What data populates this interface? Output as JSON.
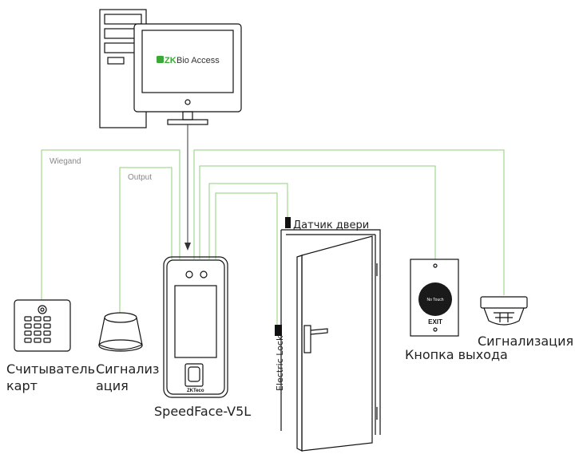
{
  "software": {
    "logo_zk": "ZK",
    "logo_name": "Bio Access"
  },
  "labels": {
    "wiegand": "Wiegand",
    "output": "Output",
    "door_sensor": "Датчик двери",
    "electric_lock": "Electric Lock",
    "card_reader_line1": "Считыватель",
    "card_reader_line2": "карт",
    "siren_line1": "Сигнализ",
    "siren_line2": "ация",
    "device_name": "SpeedFace-V5L",
    "exit_button": "Кнопка выхода",
    "alarm": "Сигнализация",
    "exit_text": "EXIT",
    "no_touch": "No Touch",
    "device_brand": "ZKTeco"
  },
  "colors": {
    "wire": "#8fd07a",
    "logo_green": "#3aa935",
    "outline": "#111111"
  }
}
